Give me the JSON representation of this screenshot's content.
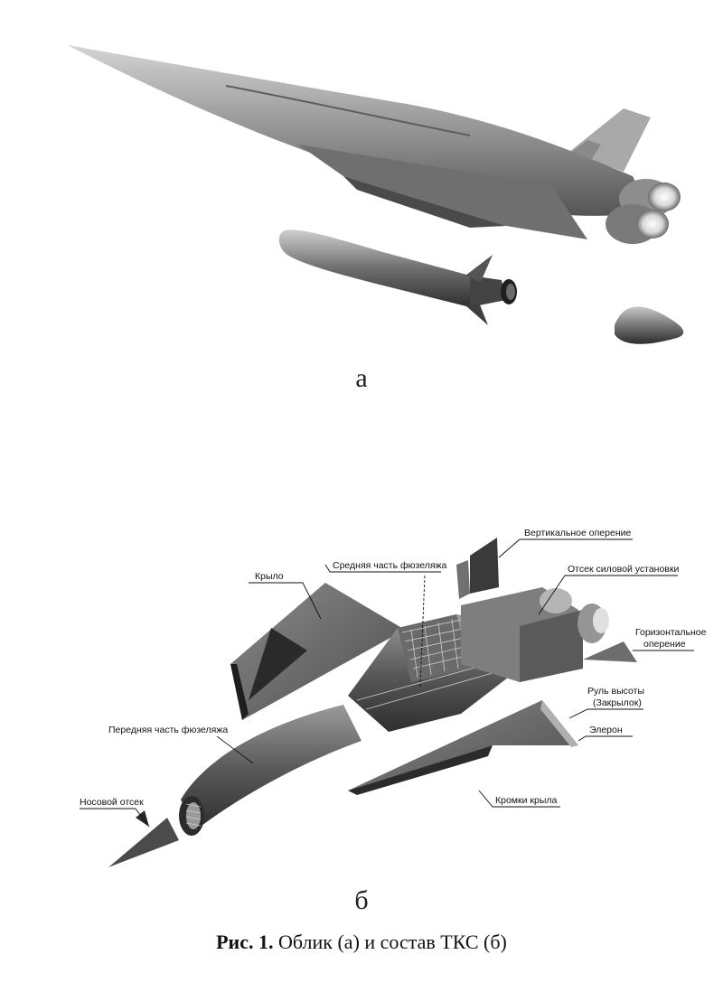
{
  "figure_a": {
    "label": "а"
  },
  "figure_b": {
    "label": "б",
    "callouts": {
      "vertical_tail": "Вертикальное оперение",
      "engine_bay": "Отсек силовой установки",
      "mid_fuselage": "Средняя часть фюзеляжа",
      "wing": "Крыло",
      "horizontal_tail_1": "Горизонтальное",
      "horizontal_tail_2": "оперение",
      "elevator_1": "Руль высоты",
      "elevator_2": "(Закрылок)",
      "aileron": "Элерон",
      "front_fuselage": "Передняя часть фюзеляжа",
      "wing_edges": "Кромки крыла",
      "nose_section": "Носовой отсек"
    }
  },
  "caption": {
    "prefix": "Рис. 1.",
    "text": "Облик (а) и состав ТКС (б)"
  },
  "colors": {
    "shade_dark": "#3a3a3a",
    "shade_mid": "#7d7d7d",
    "shade_light": "#c6c6c6"
  }
}
